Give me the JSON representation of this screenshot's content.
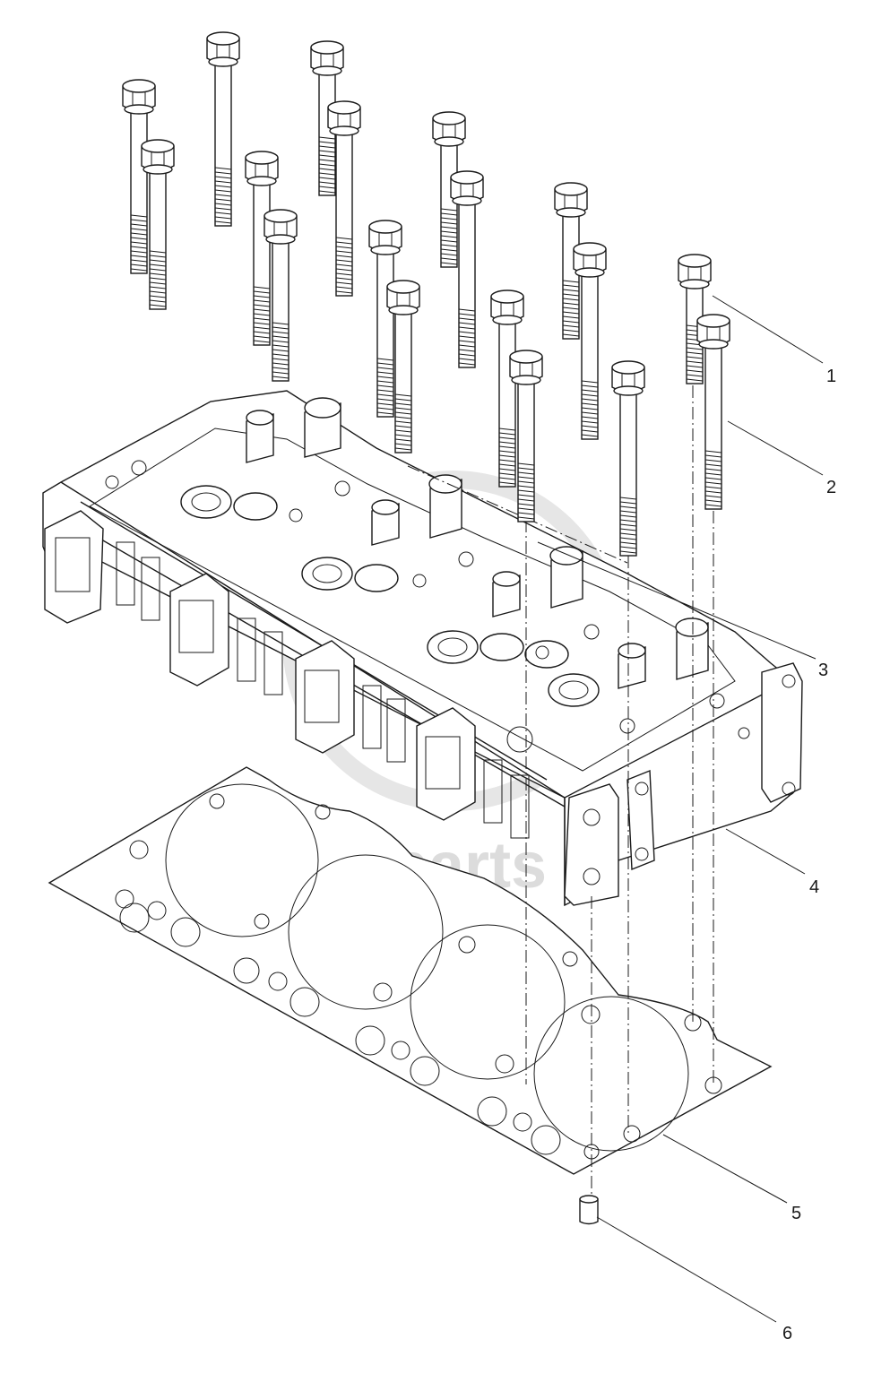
{
  "watermark": {
    "text": "data-parts"
  },
  "callouts": [
    {
      "id": 1,
      "label": "1"
    },
    {
      "id": 2,
      "label": "2"
    },
    {
      "id": 3,
      "label": "3"
    },
    {
      "id": 4,
      "label": "4"
    },
    {
      "id": 5,
      "label": "5"
    },
    {
      "id": 6,
      "label": "6"
    }
  ]
}
